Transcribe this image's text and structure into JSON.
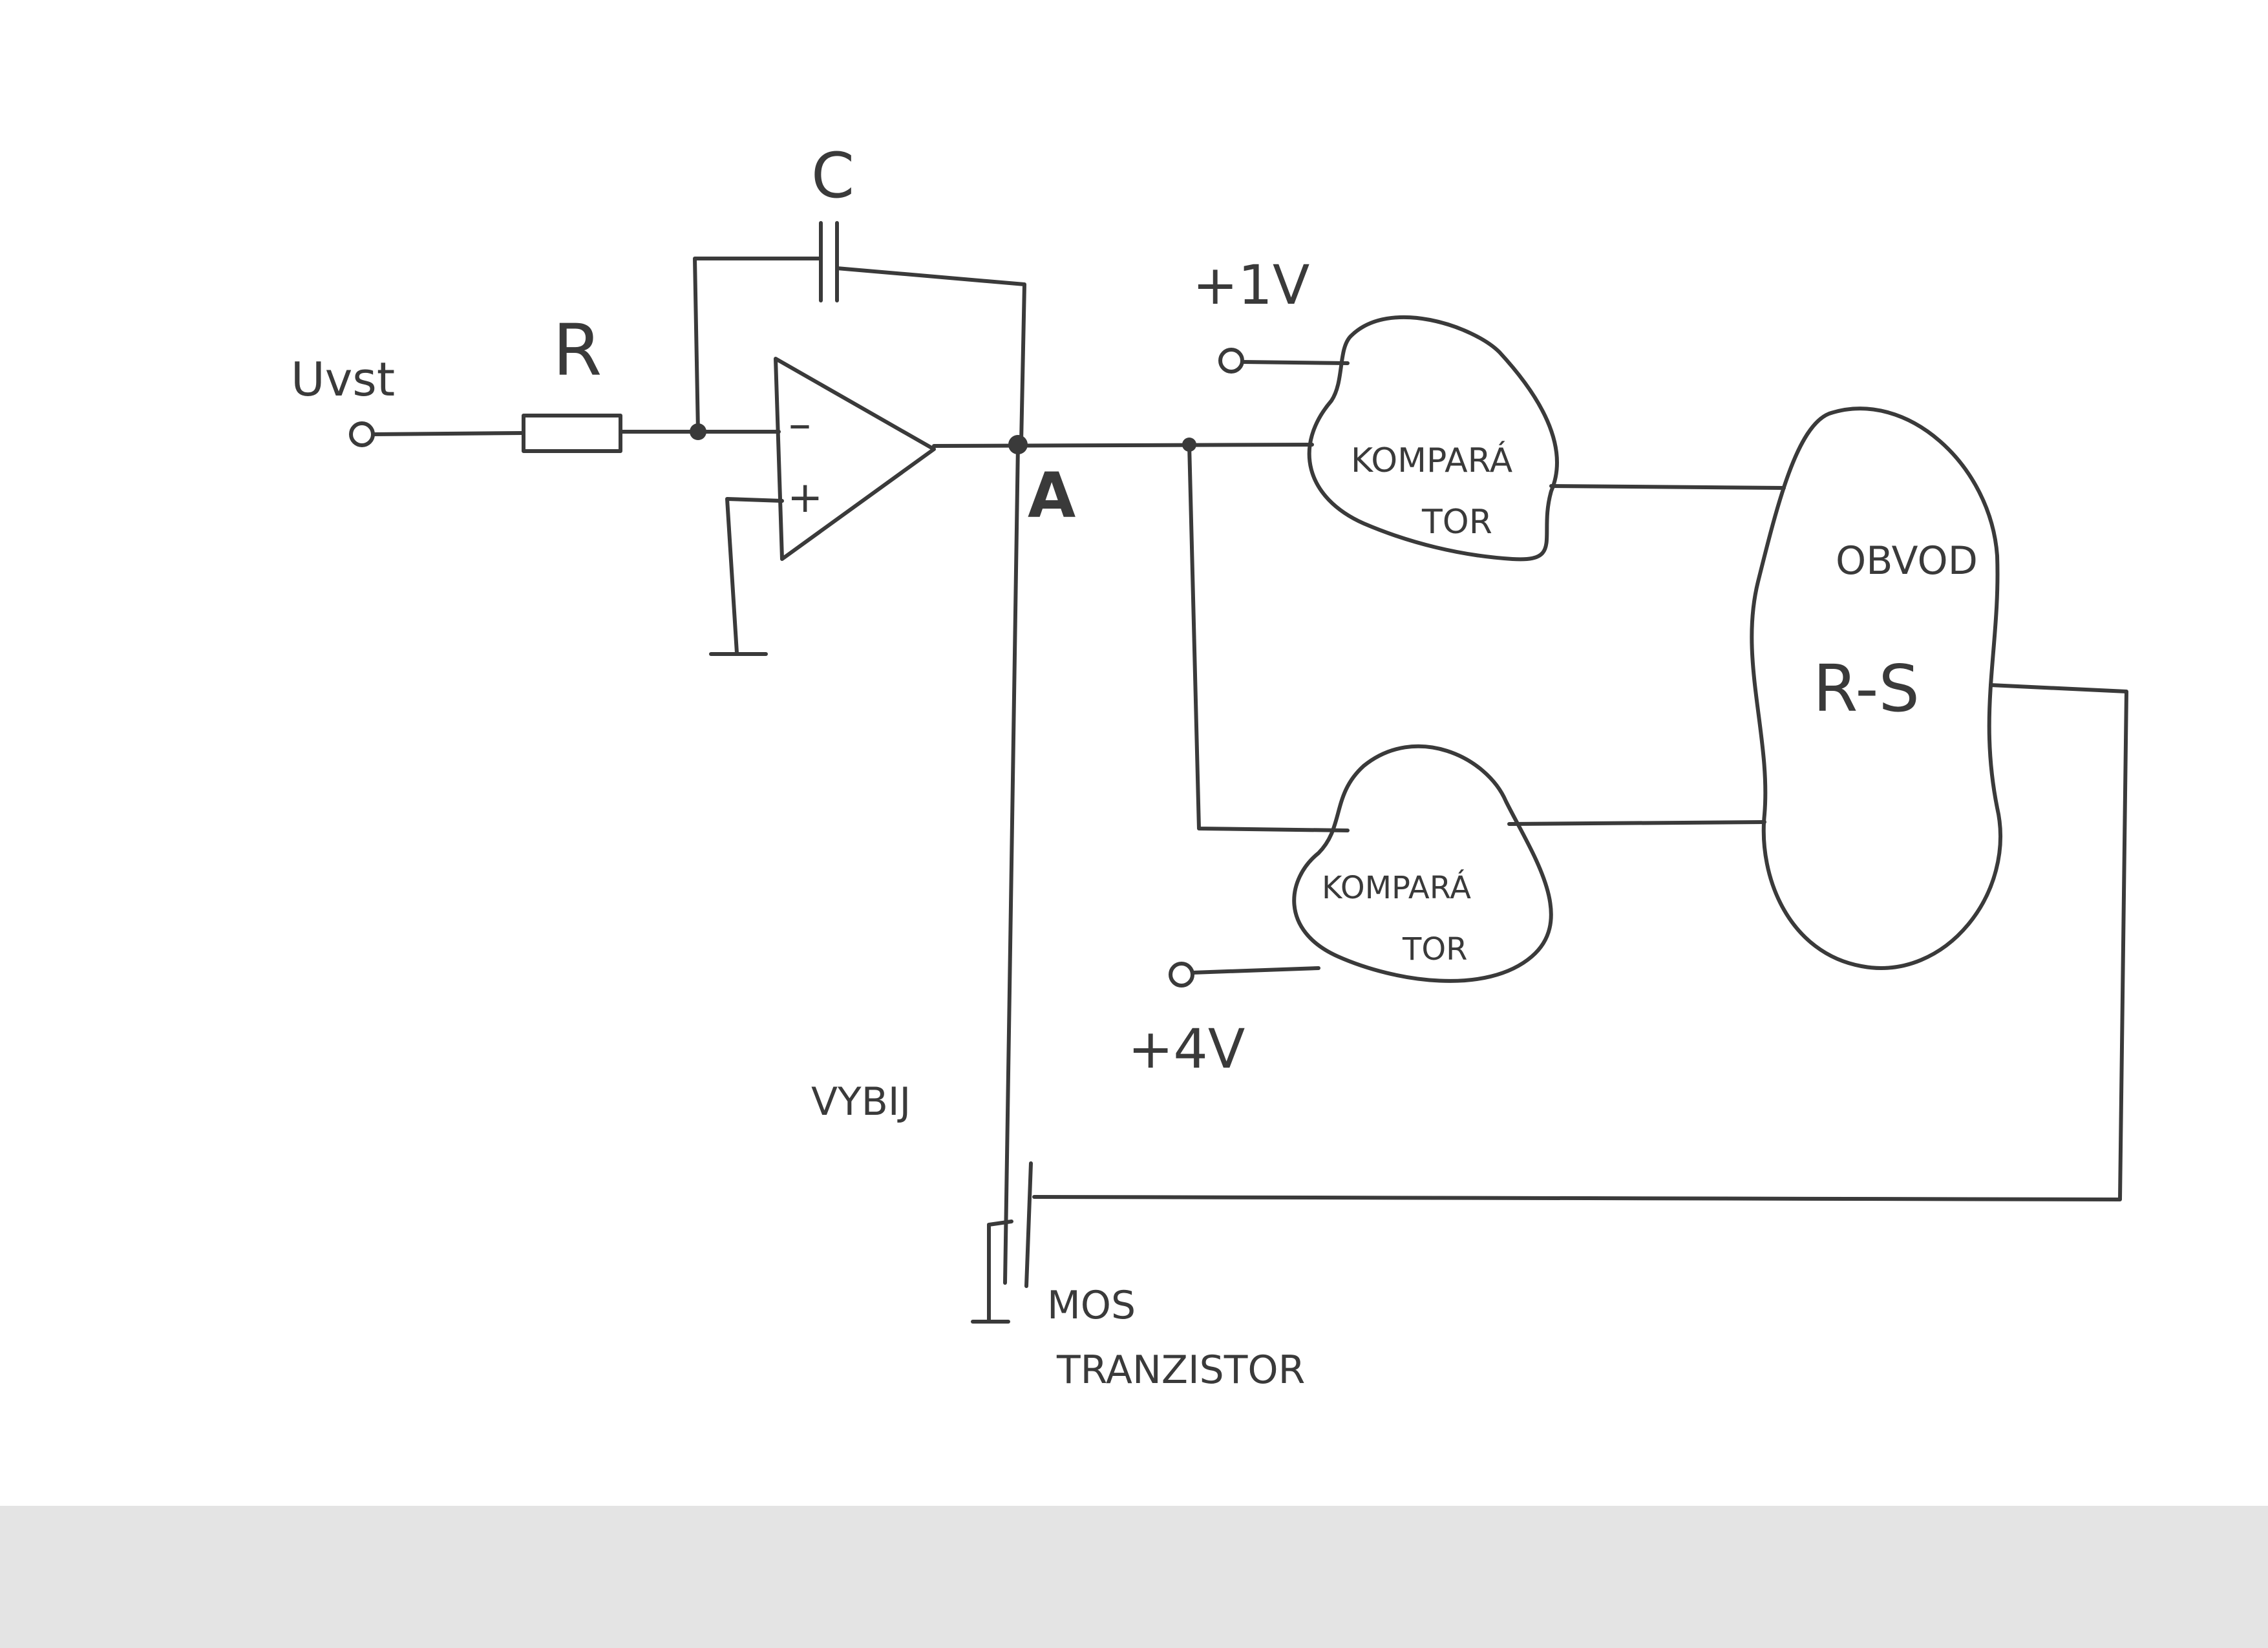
{
  "labels": {
    "input": "Uvst",
    "resistor": "R",
    "capacitor": "C",
    "node": "A",
    "ref_low": "+1V",
    "ref_high": "+4V",
    "comparator1_line1": "KOMPARÁ",
    "comparator1_line2": "TOR",
    "comparator2_line1": "KOMPARÁ",
    "comparator2_line2": "TOR",
    "rs_line1": "OBVOD",
    "rs_line2": "R-S",
    "discharge": "VYBIJ",
    "transistor_line1": "MOS",
    "transistor_line2": "TRANZISTOR",
    "minus": "–",
    "plus": "+"
  },
  "colors": {
    "paper": "#ffffff",
    "ink": "#3a3a3a",
    "scanner_edge": "#e4e4e4"
  }
}
